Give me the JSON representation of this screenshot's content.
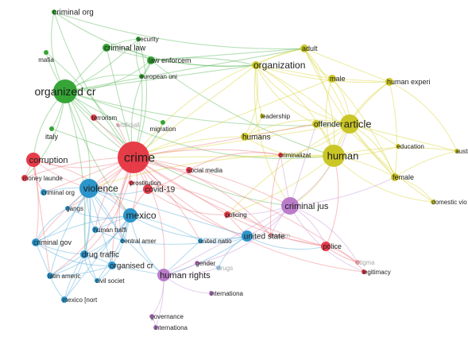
{
  "groups": {
    "green": {
      "color": "#2ca02c",
      "edge": "#5cb85c"
    },
    "yellow": {
      "color": "#c8c41c",
      "edge": "#d9d43a"
    },
    "red": {
      "color": "#e5333f",
      "edge": "#ee7e86"
    },
    "blue": {
      "color": "#2290c8",
      "edge": "#5fb0db"
    },
    "purple": {
      "color": "#b775c7",
      "edge": "#c99bd6"
    }
  },
  "nodes": [
    {
      "id": "criminal_org_g",
      "label": "criminal org",
      "group": "green"
    },
    {
      "id": "mafia",
      "label": "mafia",
      "group": "green"
    },
    {
      "id": "criminal_law",
      "label": "criminal law",
      "group": "green"
    },
    {
      "id": "security",
      "label": "security",
      "group": "green"
    },
    {
      "id": "law_enforcem",
      "label": "law enforcem",
      "group": "green"
    },
    {
      "id": "european_uni",
      "label": "european uni",
      "group": "green"
    },
    {
      "id": "organized_cr",
      "label": "organized cr",
      "group": "green"
    },
    {
      "id": "italy",
      "label": "italy",
      "group": "green"
    },
    {
      "id": "migration",
      "label": "migration",
      "group": "green"
    },
    {
      "id": "adult",
      "label": "adult",
      "group": "yellow"
    },
    {
      "id": "organization",
      "label": "organization",
      "group": "yellow"
    },
    {
      "id": "male",
      "label": "male",
      "group": "yellow"
    },
    {
      "id": "human_experi",
      "label": "human experi",
      "group": "yellow"
    },
    {
      "id": "article",
      "label": "article",
      "group": "yellow"
    },
    {
      "id": "offender",
      "label": "offender",
      "group": "yellow"
    },
    {
      "id": "humans",
      "label": "humans",
      "group": "yellow"
    },
    {
      "id": "human",
      "label": "human",
      "group": "yellow"
    },
    {
      "id": "education",
      "label": "education",
      "group": "yellow"
    },
    {
      "id": "australia",
      "label": "australia",
      "group": "yellow"
    },
    {
      "id": "female",
      "label": "female",
      "group": "yellow"
    },
    {
      "id": "domestic_vio",
      "label": "domestic vio",
      "group": "yellow"
    },
    {
      "id": "leadership",
      "label": "leadership",
      "group": "yellow"
    },
    {
      "id": "terrorism",
      "label": "terrorism",
      "group": "red"
    },
    {
      "id": "artificial",
      "label": "artificiall",
      "group": "red",
      "faded": true
    },
    {
      "id": "crime",
      "label": "crime",
      "group": "red"
    },
    {
      "id": "corruption",
      "label": "corruption",
      "group": "red"
    },
    {
      "id": "money_launde",
      "label": "money launde",
      "group": "red"
    },
    {
      "id": "social_media",
      "label": "social media",
      "group": "red"
    },
    {
      "id": "prostitution",
      "label": "prostitution",
      "group": "red"
    },
    {
      "id": "covid19",
      "label": "covid-19",
      "group": "red"
    },
    {
      "id": "criminalizat",
      "label": "criminalizat",
      "group": "red"
    },
    {
      "id": "policing",
      "label": "policing",
      "group": "red"
    },
    {
      "id": "women",
      "label": "women",
      "group": "red",
      "faded": true
    },
    {
      "id": "police",
      "label": "police",
      "group": "red"
    },
    {
      "id": "stigma",
      "label": "stigma",
      "group": "red",
      "faded": true
    },
    {
      "id": "legitimacy",
      "label": "legitimacy",
      "group": "red"
    },
    {
      "id": "violence",
      "label": "violence",
      "group": "blue"
    },
    {
      "id": "criminal_org_b",
      "label": "criminal org",
      "group": "blue"
    },
    {
      "id": "gangs",
      "label": "gangs",
      "group": "blue"
    },
    {
      "id": "mexico",
      "label": "mexico",
      "group": "blue"
    },
    {
      "id": "human_traffi",
      "label": "human traffi",
      "group": "blue"
    },
    {
      "id": "criminal_gov",
      "label": "criminal gov",
      "group": "blue"
    },
    {
      "id": "central_amer",
      "label": "central amer",
      "group": "blue"
    },
    {
      "id": "drug_traffic",
      "label": "drug traffic",
      "group": "blue"
    },
    {
      "id": "organised_cr",
      "label": "organised cr",
      "group": "blue"
    },
    {
      "id": "latin_americ",
      "label": "latin americ",
      "group": "blue"
    },
    {
      "id": "civil_societ",
      "label": "civil societ",
      "group": "blue"
    },
    {
      "id": "mexico_nort",
      "label": "mexico [nort",
      "group": "blue"
    },
    {
      "id": "united_state",
      "label": "united state",
      "group": "blue"
    },
    {
      "id": "united_natio",
      "label": "united natio",
      "group": "blue"
    },
    {
      "id": "drugs",
      "label": "drugs",
      "group": "blue",
      "faded": true
    },
    {
      "id": "criminal_jus",
      "label": "criminal jus",
      "group": "purple"
    },
    {
      "id": "human_rights",
      "label": "human rights",
      "group": "purple"
    },
    {
      "id": "gender",
      "label": "gender",
      "group": "purple"
    },
    {
      "id": "internationa1",
      "label": "internationa",
      "group": "purple"
    },
    {
      "id": "governance",
      "label": "governance",
      "group": "purple"
    },
    {
      "id": "internationa2",
      "label": "internationa",
      "group": "purple"
    }
  ]
}
